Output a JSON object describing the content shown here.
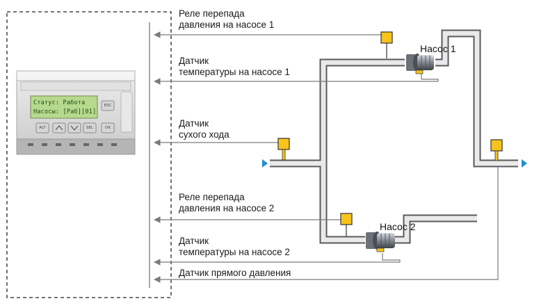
{
  "controller": {
    "lcd_line1": "Статус: Работа",
    "lcd_line2": "Насосы: [Раб][01]",
    "keys": {
      "alt": "ALT",
      "esc": "ESC",
      "sel": "SEL",
      "ok": "OK"
    }
  },
  "labels": {
    "pressure_relay_1": [
      "Реле перепада",
      "давления на насосе 1"
    ],
    "temp_sensor_1": [
      "Датчик",
      "температуры на насосе 1"
    ],
    "dry_run_sensor": [
      "Датчик",
      "сухого хода"
    ],
    "pressure_relay_2": [
      "Реле перепада",
      "давления на насосе 2"
    ],
    "temp_sensor_2": [
      "Датчик",
      "температуры на насосе 2"
    ],
    "direct_pressure_sensor": "Датчик прямого давления"
  },
  "pumps": {
    "pump1": "Насос 1",
    "pump2": "Насос 2"
  },
  "colors": {
    "sensor_fill": "#f7c31c",
    "flow_arrow": "#1f8fd6",
    "signal_line": "#7a7a7a",
    "pipe_outer": "#5a5a5a",
    "lcd": "#b7d98d"
  }
}
